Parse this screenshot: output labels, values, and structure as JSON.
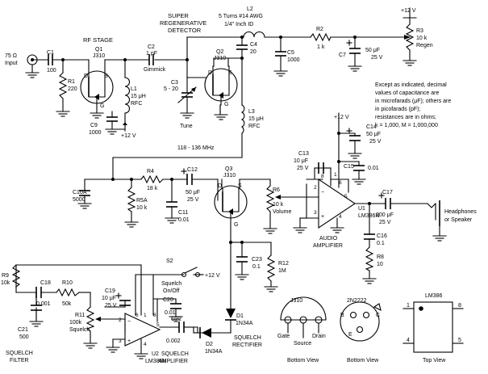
{
  "labels": {
    "input_ohm": "75 Ω",
    "input": "Input",
    "rf_stage": "RF STAGE",
    "super": "SUPER",
    "regenerative": "REGENERATIVE",
    "detector": "DETECTOR",
    "plus12v": "+12 V",
    "freq": "118 - 136 MHz",
    "audio": "AUDIO",
    "amplifier": "AMPLIFIER",
    "squelch": "SQUELCH",
    "filter": "FILTER",
    "rectifier": "RECTIFIER",
    "headphones": "Headphones",
    "speaker": "or Speaker"
  },
  "pins": {
    "d": "D",
    "s": "S",
    "g": "G"
  },
  "notes": [
    "Except as indicated, decimal",
    "values of capacitance are",
    "in microfarads (μF); others are",
    "in picofarads (pF);",
    "resistances are in ohms;",
    "k = 1,000, M = 1,000,000"
  ],
  "components": {
    "c1": {
      "ref": "C1",
      "value": "100"
    },
    "r1": {
      "ref": "R1",
      "value": "220"
    },
    "q1": {
      "ref": "Q1",
      "part": "J310"
    },
    "l1": {
      "ref": "L1",
      "value": "15 μH",
      "type": "RFC"
    },
    "c9": {
      "ref": "C9",
      "value": "1000"
    },
    "c2": {
      "ref": "C2",
      "value": "1 pF",
      "type": "Gimmick"
    },
    "c3": {
      "ref": "C3",
      "value": "5 - 20",
      "type": "Tune"
    },
    "q2": {
      "ref": "Q2",
      "part": "J310"
    },
    "l2": {
      "ref": "L2",
      "value": "5 Turns #14 AWG",
      "type": "1/4\" Inch ID"
    },
    "c4": {
      "ref": "C4",
      "value": "20"
    },
    "l3": {
      "ref": "L3",
      "value": "15 μH",
      "type": "RFC"
    },
    "c5": {
      "ref": "C5",
      "value": "1000"
    },
    "r2": {
      "ref": "R2",
      "value": "1 k"
    },
    "c7": {
      "ref": "C7",
      "value": "50 μF",
      "voltage": "25 V"
    },
    "r3": {
      "ref": "R3",
      "value": "10 k",
      "type": "Regen"
    },
    "c10a": {
      "ref": "C10A",
      "value": "5000"
    },
    "r4": {
      "ref": "R4",
      "value": "18 k"
    },
    "r5a": {
      "ref": "R5A",
      "value": "10 k"
    },
    "c12": {
      "ref": "C12",
      "value": "50 μF",
      "voltage": "25 V"
    },
    "c11": {
      "ref": "C11",
      "value": "0.01"
    },
    "q3": {
      "ref": "Q3",
      "part": "J310"
    },
    "r6": {
      "ref": "R6",
      "value": "10 k",
      "type": "Volume"
    },
    "c23": {
      "ref": "C23",
      "value": "0.1"
    },
    "r12": {
      "ref": "R12",
      "value": "1M"
    },
    "d1": {
      "ref": "D1",
      "part": "1N34A"
    },
    "d2": {
      "ref": "D2",
      "part": "1N34A"
    },
    "c14": {
      "ref": "C14",
      "value": "50 μF",
      "voltage": "25 V"
    },
    "c13": {
      "ref": "C13",
      "value": "10 μF",
      "voltage": "25 V"
    },
    "c15": {
      "ref": "C15",
      "value": "0.01"
    },
    "u1": {
      "ref": "U1",
      "part": "LM386N"
    },
    "c17": {
      "ref": "C17",
      "value": "200 μF",
      "voltage": "25 V"
    },
    "c16": {
      "ref": "C16",
      "value": "0.1"
    },
    "r8": {
      "ref": "R8",
      "value": "10"
    },
    "r9": {
      "ref": "R9",
      "value": "10k"
    },
    "c18": {
      "ref": "C18",
      "value": "0.001"
    },
    "r10": {
      "ref": "R10",
      "value": "50k"
    },
    "r11": {
      "ref": "R11",
      "value": "100k",
      "type": "Squelch"
    },
    "c21": {
      "ref": "C21",
      "value": "500"
    },
    "c19": {
      "ref": "C19",
      "value": "10 μF",
      "voltage": "25 V"
    },
    "u2": {
      "ref": "U2",
      "part": "LM386N"
    },
    "c20": {
      "ref": "C20",
      "value": "0.01"
    },
    "c22": {
      "ref": "C22",
      "value": "0.002"
    },
    "s2": {
      "ref": "S2",
      "type": "Squelch",
      "value": "On/Off"
    }
  },
  "packages": {
    "j310": {
      "title": "J310",
      "pin_gate": "Gate",
      "pin_source": "Source",
      "pin_drain": "Drain",
      "view": "Bottom View"
    },
    "q2n2222": {
      "title": "2N2222",
      "pin_b": "B",
      "pin_c": "C",
      "pin_e": "E",
      "view": "Bottom View"
    },
    "lm386": {
      "title": "LM386",
      "pin1": "1",
      "pin4": "4",
      "pin8": "8",
      "pin5": "5",
      "view": "Top View"
    }
  }
}
